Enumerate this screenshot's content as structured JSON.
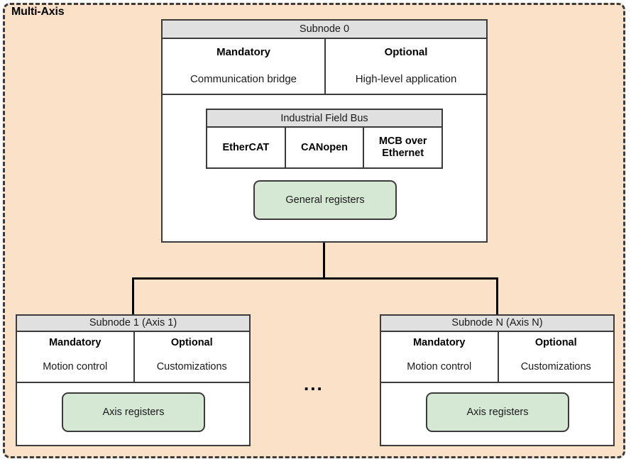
{
  "diagram": {
    "title": "Multi-Axis",
    "ellipsis": "...",
    "colors": {
      "outer_background": "#fae1c8",
      "outer_border": "#3b3b3b",
      "node_header": "#e0e0e0",
      "node_background": "#ffffff",
      "register_box": "#d5e8d4",
      "line": "#000000"
    }
  },
  "subnode0": {
    "header": "Subnode 0",
    "mandatory": {
      "title": "Mandatory",
      "value": "Communication bridge"
    },
    "optional": {
      "title": "Optional",
      "value": "High-level application"
    },
    "fieldbus": {
      "header": "Industrial Field Bus",
      "options": [
        "EtherCAT",
        "CANopen",
        "MCB over Ethernet"
      ]
    },
    "registers": "General registers"
  },
  "subnode1": {
    "header": "Subnode 1 (Axis 1)",
    "mandatory": {
      "title": "Mandatory",
      "value": "Motion control"
    },
    "optional": {
      "title": "Optional",
      "value": "Customizations"
    },
    "registers": "Axis registers"
  },
  "subnodeN": {
    "header": "Subnode N (Axis N)",
    "mandatory": {
      "title": "Mandatory",
      "value": "Motion control"
    },
    "optional": {
      "title": "Optional",
      "value": "Customizations"
    },
    "registers": "Axis registers"
  }
}
